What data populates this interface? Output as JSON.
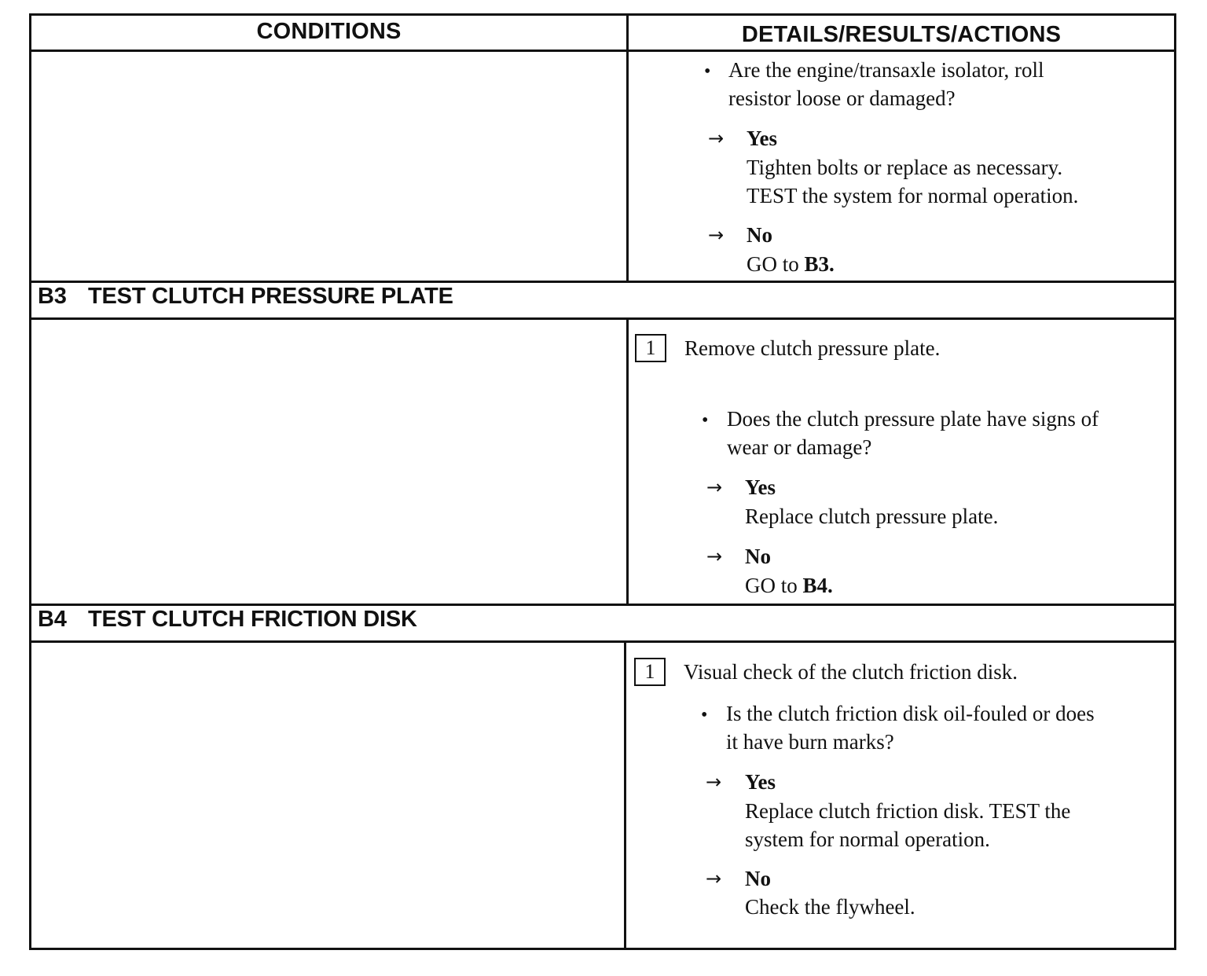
{
  "header": {
    "conditions": "CONDITIONS",
    "details": "DETAILS/RESULTS/ACTIONS"
  },
  "continued": {
    "question": [
      "Are the engine/transaxle isolator, roll",
      "resistor loose or damaged?"
    ],
    "yes_label": "Yes",
    "yes_text": [
      "Tighten bolts or replace as necessary.",
      "TEST the system for normal operation."
    ],
    "no_label": "No",
    "no_text_prefix": "GO to ",
    "no_text_ref": "B3."
  },
  "b3": {
    "id": "B3",
    "title": "TEST CLUTCH PRESSURE PLATE",
    "step_number": "1",
    "step_text": "Remove clutch pressure plate.",
    "question": [
      "Does the clutch pressure plate have signs of",
      "wear or damage?"
    ],
    "yes_label": "Yes",
    "yes_text": "Replace clutch pressure plate.",
    "no_label": "No",
    "no_text_prefix": "GO to ",
    "no_text_ref": "B4."
  },
  "b4": {
    "id": "B4",
    "title": "TEST CLUTCH FRICTION DISK",
    "step_number": "1",
    "step_text": "Visual check of the clutch friction disk.",
    "question": [
      "Is the clutch friction disk oil-fouled or does",
      "it have burn marks?"
    ],
    "yes_label": "Yes",
    "yes_text": [
      "Replace clutch friction disk. TEST the",
      "system for normal operation."
    ],
    "no_label": "No",
    "no_text": "Check the flywheel."
  },
  "glyphs": {
    "bullet": "•",
    "arrow": "→"
  }
}
